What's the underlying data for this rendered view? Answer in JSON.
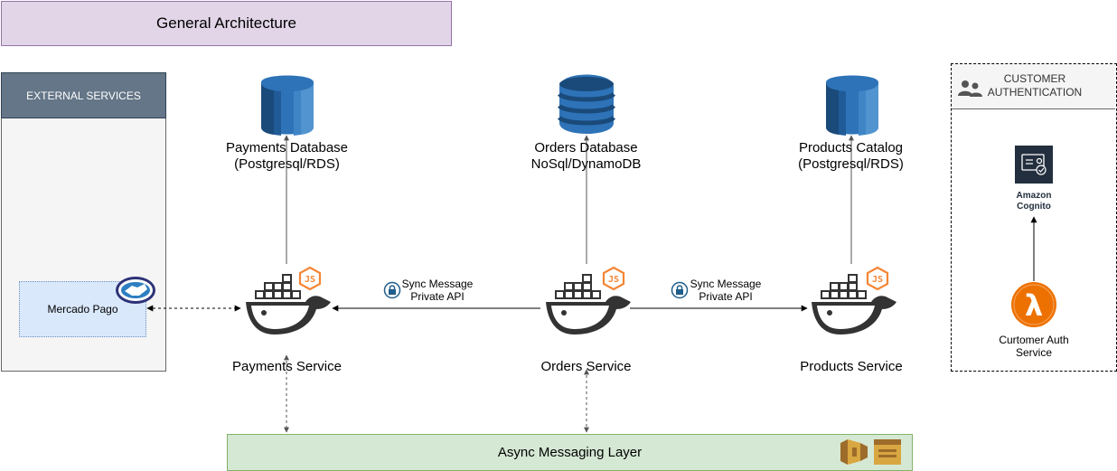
{
  "title": "General Architecture",
  "external": {
    "header": "EXTERNAL SERVICES",
    "mercado_pago": "Mercado Pago"
  },
  "databases": {
    "payments": {
      "line1": "Payments Database",
      "line2": "(Postgresql/RDS)"
    },
    "orders": {
      "line1": "Orders Database",
      "line2": "NoSql/DynamoDB"
    },
    "products": {
      "line1": "Products Catalog",
      "line2": "(Postgresql/RDS)"
    }
  },
  "services": {
    "payments": "Payments Service",
    "orders": "Orders Service",
    "products": "Products Service"
  },
  "sync_links": [
    {
      "line1": "Sync Message",
      "line2": "Private API"
    },
    {
      "line1": "Sync Message",
      "line2": "Private API"
    }
  ],
  "auth": {
    "header_line1": "CUSTOMER",
    "header_line2": "AUTHENTICATION",
    "cognito_line1": "Amazon",
    "cognito_line2": "Cognito",
    "lambda_line1": "Curtomer Auth",
    "lambda_line2": "Service"
  },
  "async_layer": "Async Messaging Layer",
  "icons": {
    "database": "rds-database-icon",
    "dynamodb": "dynamodb-icon",
    "docker": "docker-whale-icon",
    "nodejs": "nodejs-icon",
    "lock": "lock-icon",
    "handshake": "handshake-icon",
    "users": "users-icon",
    "cognito": "cognito-icon",
    "lambda": "lambda-icon",
    "sqs": "sqs-icon",
    "sns": "sns-icon"
  },
  "colors": {
    "title_fill": "#e1d5e7",
    "external_header": "#647687",
    "mercado_fill": "#dae8fc",
    "async_fill": "#d5e8d4",
    "aws_blue": "#2e73b8",
    "docker_dark": "#333333",
    "node_orange": "#f58534",
    "lambda_orange": "#ed7100",
    "cognito_dark": "#232f3e",
    "aws_gold": "#d9a741"
  }
}
